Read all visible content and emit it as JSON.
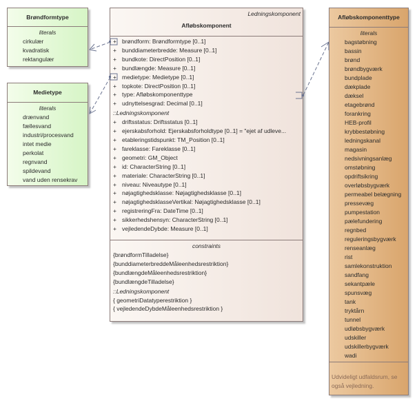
{
  "bronformtype": {
    "name": "Brøndformtype",
    "section_label": "literals",
    "literals": [
      "cirkulær",
      "kvadratisk",
      "rektangulær"
    ]
  },
  "medietype": {
    "name": "Medietype",
    "section_label": "literals",
    "literals": [
      "drænvand",
      "fællesvand",
      "industri/procesvand",
      "intet medie",
      "perkolat",
      "regnvand",
      "spildevand",
      "vand uden rensekrav"
    ]
  },
  "aflobskomponent": {
    "stereotype_parent": "Ledningskomponent",
    "name": "Afløbskomponent",
    "attributes": [
      {
        "vis": "+",
        "text": "brøndform: Brøndformtype [0..1]"
      },
      {
        "vis": "+",
        "text": "bunddiameterbredde: Measure [0..1]"
      },
      {
        "vis": "+",
        "text": "bundkote: DirectPosition [0..1]"
      },
      {
        "vis": "+",
        "text": "bundlængde: Measure [0..1]"
      },
      {
        "vis": "+",
        "text": "medietype: Medietype [0..1]"
      },
      {
        "vis": "+",
        "text": "topkote: DirectPosition [0..1]"
      },
      {
        "vis": "+",
        "text": "type: Afløbskomponenttype"
      },
      {
        "vis": "+",
        "text": "udnyttelsesgrad: Decimal [0..1]"
      }
    ],
    "inherited_label": "::Ledningskomponent",
    "inherited_attributes": [
      {
        "vis": "+",
        "text": "driftsstatus: Driftsstatus [0..1]"
      },
      {
        "vis": "+",
        "text": "ejerskabsforhold: Ejerskabsforholdtype [0..1] = \"ejet af udleve..."
      },
      {
        "vis": "+",
        "text": "etableringstidspunkt: TM_Position [0..1]"
      },
      {
        "vis": "+",
        "text": "fareklasse: Fareklasse [0..1]"
      },
      {
        "vis": "+",
        "text": "geometri: GM_Object"
      },
      {
        "vis": "+",
        "text": "id: CharacterString [0..1]"
      },
      {
        "vis": "+",
        "text": "materiale: CharacterString [0..1]"
      },
      {
        "vis": "+",
        "text": "niveau: Niveautype [0..1]"
      },
      {
        "vis": "+",
        "text": "nøjagtighedsklasse: Nøjagtighedsklasse [0..1]"
      },
      {
        "vis": "+",
        "text": "nøjagtighedsklasseVertikal: Nøjagtighedsklasse [0..1]"
      },
      {
        "vis": "+",
        "text": "registreringFra: DateTime [0..1]"
      },
      {
        "vis": "+",
        "text": "sikkerhedshensyn: CharacterString [0..1]"
      },
      {
        "vis": "+",
        "text": "vejledendeDybde: Measure [0..1]"
      }
    ],
    "constraints_label": "constraints",
    "constraints": [
      "{brøndformTilladelse}",
      "{bunddiameterbreddeMåleenhedsrestriktion}",
      "{bundlængdeMåleenhedsrestriktion}",
      "{bundlængdeTilladelse}"
    ],
    "inherited_constraints_label": "::Ledningskomponent",
    "inherited_constraints": [
      "{ geometriDatatyperestriktion }",
      "{ vejledendeDybdeMåleenhedsrestriktion }"
    ]
  },
  "aflobskomponenttype": {
    "name": "Afløbskomponenttype",
    "section_label": "literals",
    "literals": [
      "bagstøbning",
      "bassin",
      "brønd",
      "brøndbygværk",
      "bundplade",
      "dækplade",
      "dæksel",
      "etagebrønd",
      "forankring",
      "HEB-profil",
      "krybbestøbning",
      "ledningskanal",
      "magasin",
      "nedsivningsanlæg",
      "omstøbning",
      "opdriftsikring",
      "overløbsbygværk",
      "permeabel belægning",
      "pressevæg",
      "pumpestation",
      "pælefundering",
      "regnbed",
      "reguleringsbygværk",
      "renseanlæg",
      "rist",
      "samlekonstruktion",
      "sandfang",
      "sekantpæle",
      "spunsvæg",
      "tank",
      "tryktårn",
      "tunnel",
      "udløbsbygværk",
      "udskiller",
      "udskillerbygværk",
      "wadi"
    ],
    "note": "Udvideligt udfaldsrum, se også vejledning."
  },
  "colors": {
    "enum_green": "#d6f5c6",
    "class_cream": "#f0e3dc",
    "enum_orange": "#d9a56c",
    "border": "#8a7a78",
    "connector": "#6a7390",
    "note_text": "#8a6a56"
  }
}
